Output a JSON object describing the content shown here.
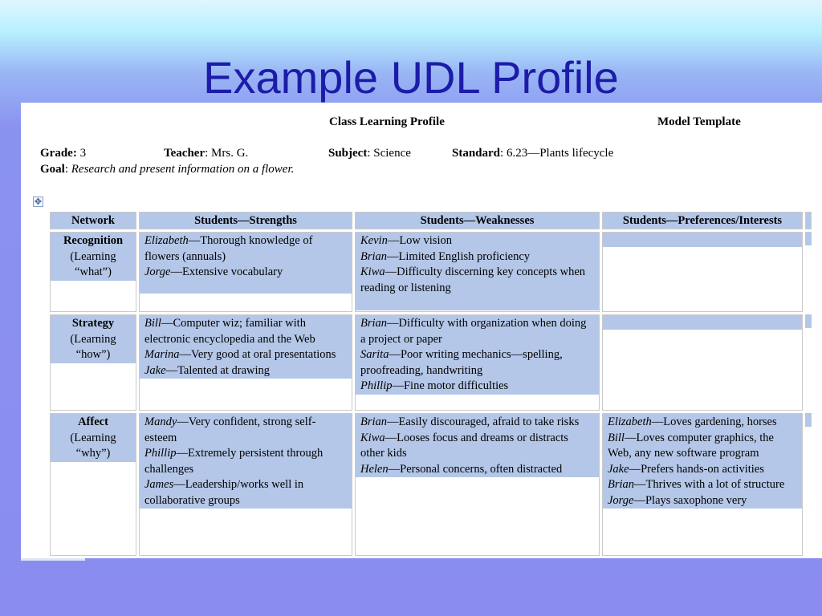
{
  "slide": {
    "title": "Example UDL Profile"
  },
  "doc": {
    "title": "Class Learning Profile",
    "template": "Model Template",
    "grade_label": "Grade:",
    "grade": " 3",
    "teacher_label": "Teacher",
    "teacher": ": Mrs. G.",
    "subject_label": "Subject",
    "subject": ": Science",
    "standard_label": "Standard",
    "standard": ": 6.23—Plants lifecycle",
    "goal_label": "Goal",
    "goal_colon": ": ",
    "goal": "Research and present information on a flower."
  },
  "table": {
    "headers": [
      "Network",
      "Students—Strengths",
      "Students—Weaknesses",
      "Students—Preferences/Interests"
    ],
    "rows": [
      {
        "network": {
          "name": "Recognition",
          "l1": "(Learning",
          "l2": "“what”)"
        },
        "strengths": [
          {
            "name": "Elizabeth",
            "text": "—Thorough knowledge of flowers (annuals)"
          },
          {
            "name": "Jorge",
            "text": "—Extensive vocabulary"
          }
        ],
        "weaknesses": [
          {
            "name": "Kevin",
            "text": "—Low vision"
          },
          {
            "name": "Brian",
            "text": "—Limited English proficiency"
          },
          {
            "name": "Kiwa",
            "text": "—Difficulty discerning key concepts when reading or listening"
          }
        ],
        "interests": []
      },
      {
        "network": {
          "name": "Strategy",
          "l1": "(Learning",
          "l2": "“how”)"
        },
        "strengths": [
          {
            "name": "Bill",
            "text": "—Computer wiz; familiar with electronic encyclopedia and the Web"
          },
          {
            "name": "Marina",
            "text": "—Very good at oral presentations"
          },
          {
            "name": "Jake",
            "text": "—Talented at drawing"
          }
        ],
        "weaknesses": [
          {
            "name": "Brian",
            "text": "—Difficulty with organization when doing a project or paper"
          },
          {
            "name": "Sarita",
            "text": "—Poor writing mechanics—spelling, proofreading, handwriting"
          },
          {
            "name": "Phillip",
            "text": "—Fine motor difficulties"
          }
        ],
        "interests": []
      },
      {
        "network": {
          "name": "Affect",
          "l1": "(Learning",
          "l2": "“why”)"
        },
        "strengths": [
          {
            "name": "Mandy",
            "text": "—Very confident, strong self-esteem"
          },
          {
            "name": "Phillip",
            "text": "—Extremely persistent through challenges"
          },
          {
            "name": "James",
            "text": "—Leadership/works well in collaborative groups"
          }
        ],
        "weaknesses": [
          {
            "name": "Brian",
            "text": "—Easily discouraged, afraid to take risks"
          },
          {
            "name": "Kiwa",
            "text": "—Looses focus and dreams or distracts other kids"
          },
          {
            "name": "Helen",
            "text": "—Personal concerns, often distracted"
          }
        ],
        "interests": [
          {
            "name": "Elizabeth",
            "text": "—Loves gardening, horses"
          },
          {
            "name": "Bill",
            "text": "—Loves computer graphics, the Web, any new software program"
          },
          {
            "name": "Jake",
            "text": "—Prefers hands-on activities"
          },
          {
            "name": "Brian",
            "text": "—Thrives with a lot of structure"
          },
          {
            "name": "Jorge",
            "text": "—Plays saxophone very"
          }
        ]
      }
    ]
  },
  "colors": {
    "title": "#1c1ca8",
    "cell_fill": "#b4c7e8",
    "page": "#ffffff"
  },
  "icons": {
    "table_move": "table-move-handle-icon"
  }
}
